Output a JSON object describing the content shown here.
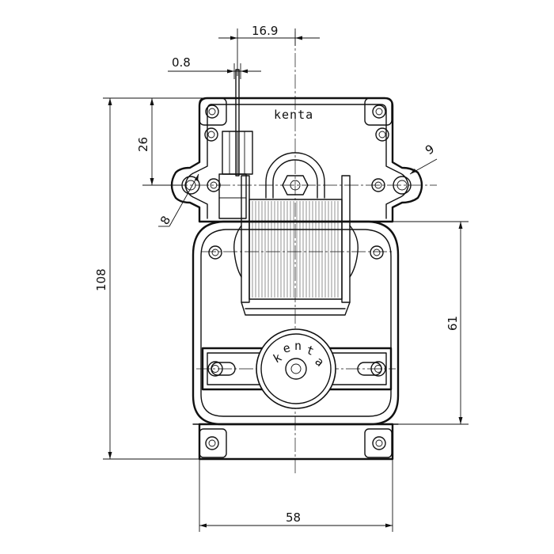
{
  "drawing": {
    "brand": "kenta",
    "gear_brand_letters": [
      "k",
      "e",
      "n",
      "t",
      "a"
    ],
    "dimensions": {
      "shaft_offset": "16.9",
      "shaft_tip": "0.8",
      "top_offset": "26",
      "hole_dia_small": "8",
      "hole_dia_large": "9",
      "height_total": "108",
      "height_lower": "61",
      "width_total": "58"
    }
  }
}
